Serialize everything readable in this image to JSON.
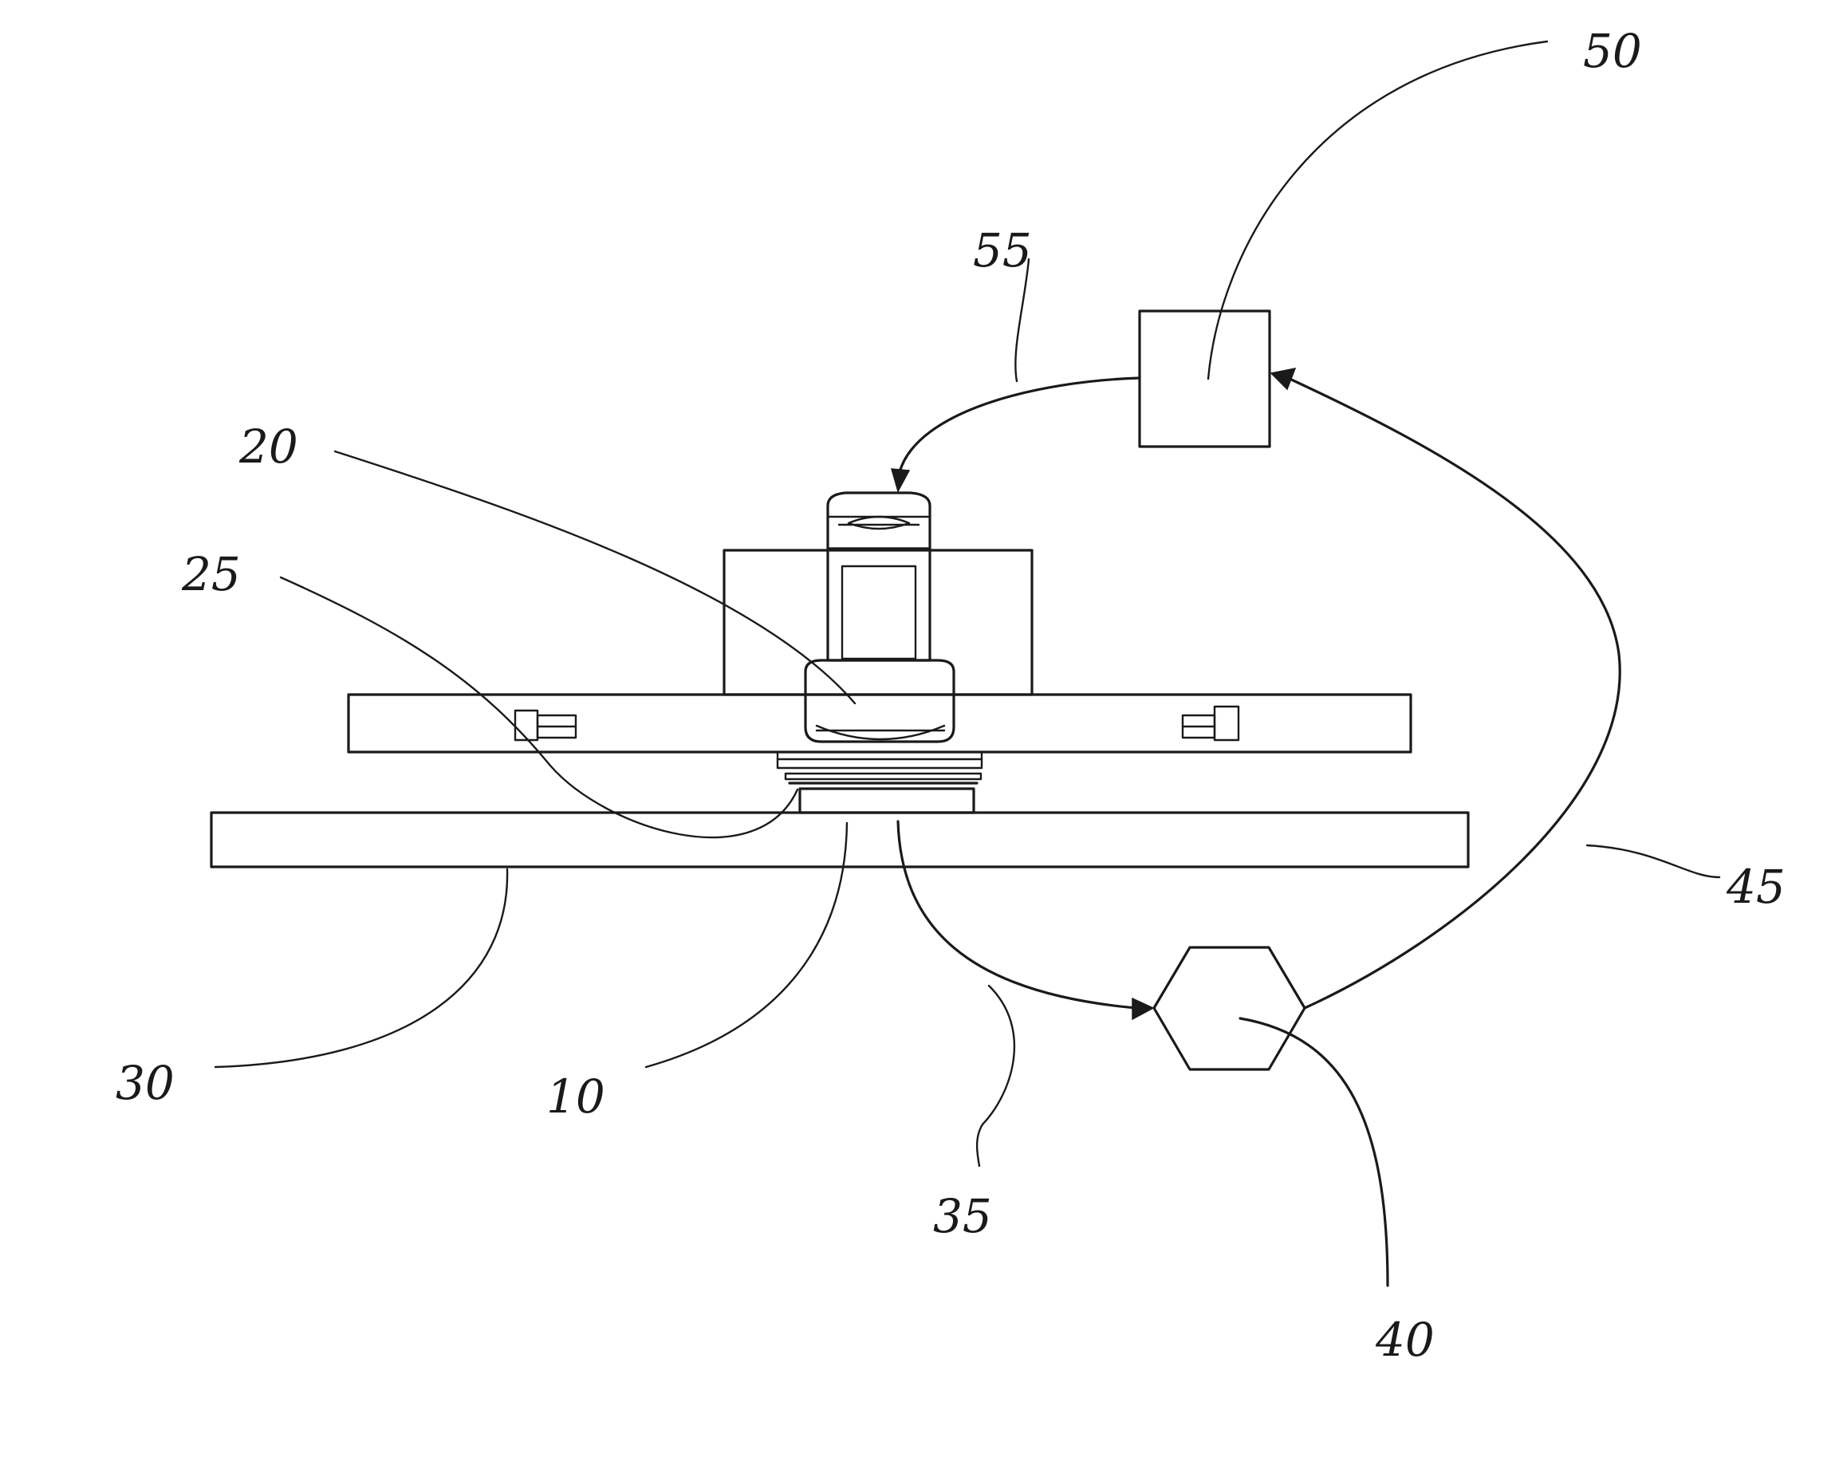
{
  "figure": {
    "reference_numerals": {
      "n10": "10",
      "n20": "20",
      "n25": "25",
      "n30": "30",
      "n35": "35",
      "n40": "40",
      "n45": "45",
      "n50": "50",
      "n55": "55"
    },
    "ink_color": "#1a1a1a",
    "background_color": "#ffffff"
  }
}
